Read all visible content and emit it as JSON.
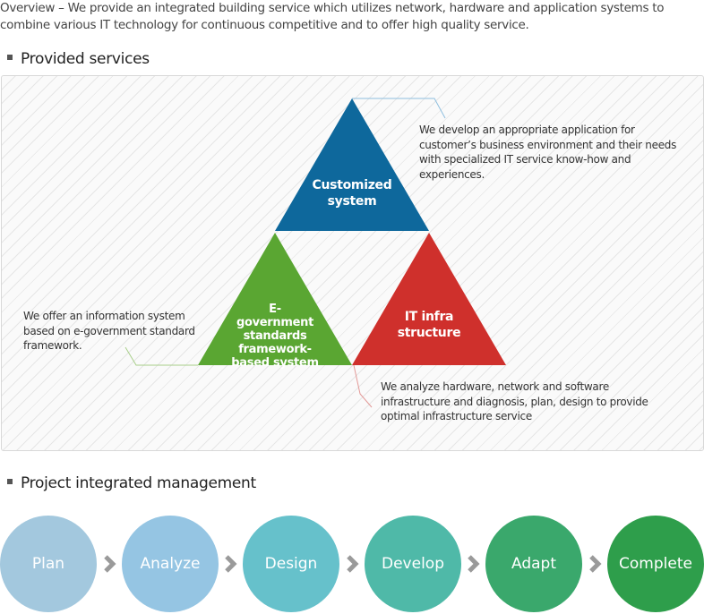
{
  "overview": "Overview – We provide an integrated building service which utilizes network, hardware and application systems to combine various IT technology for continuous competitive and to offer high quality service.",
  "sections": {
    "provided_services": "Provided services",
    "project_management": "Project integrated management"
  },
  "services": [
    {
      "label_line1": "Customized",
      "label_line2": "system",
      "description": "We develop an appropriate application for customer’s business environment and their needs with specialized IT service know-how and experiences.",
      "color": "#0e689c"
    },
    {
      "label_line1": "E-government standards",
      "label_line2": "framework-based system",
      "description": "We offer an information system based on e-government standard framework.",
      "color": "#5aa632"
    },
    {
      "label_line1": "IT infra",
      "label_line2": "structure",
      "description": "We analyze hardware, network and software infrastructure and diagnosis, plan, design to provide optimal infrastructure service",
      "color": "#cf302c"
    }
  ],
  "steps": [
    {
      "label": "Plan",
      "color": "#a3c8de"
    },
    {
      "label": "Analyze",
      "color": "#95c5e3"
    },
    {
      "label": "Design",
      "color": "#66c1cb"
    },
    {
      "label": "Develop",
      "color": "#4fb9a8"
    },
    {
      "label": "Adapt",
      "color": "#3aa86c"
    },
    {
      "label": "Complete",
      "color": "#2e9e4b"
    }
  ]
}
